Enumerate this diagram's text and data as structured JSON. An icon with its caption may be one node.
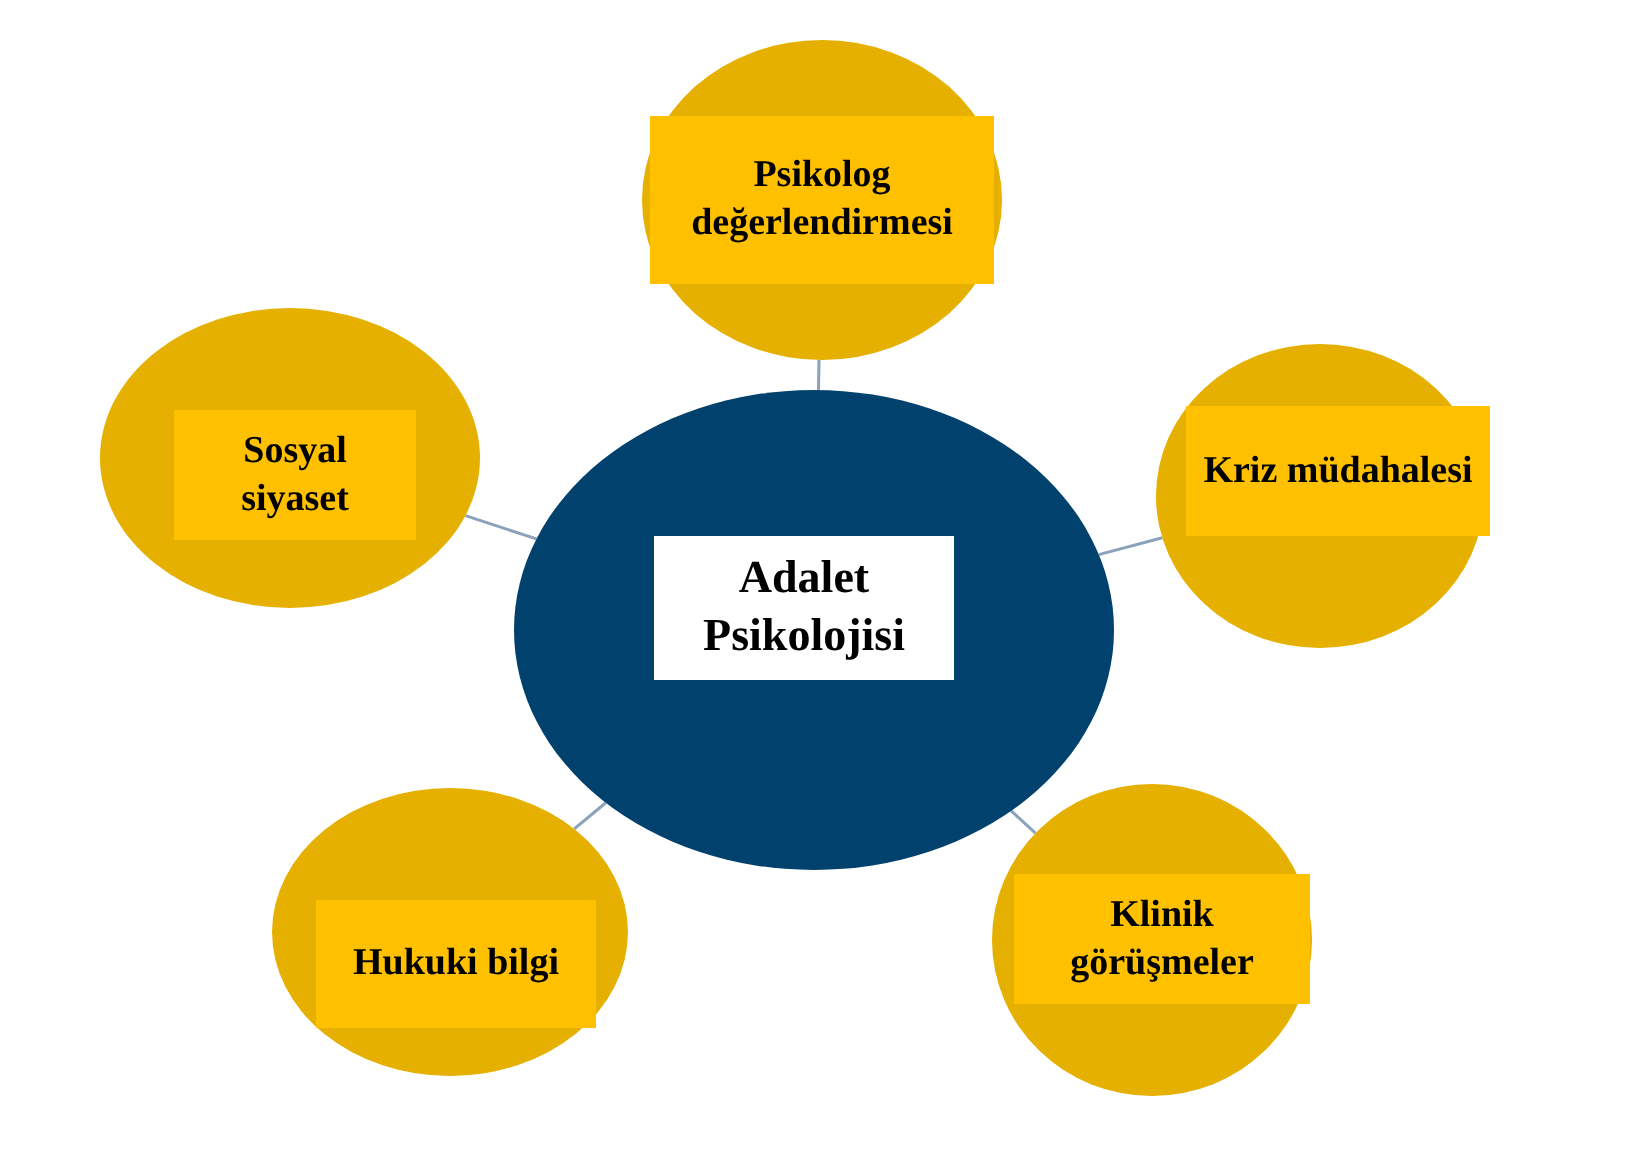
{
  "diagram": {
    "nodes": [
      {
        "text": [
          "Adalet Psikolojisi"
        ]
      },
      {
        "text": [
          "Psikolog değerlendirmesi"
        ]
      },
      {
        "text": [
          "Sosyal siyaset"
        ]
      },
      {
        "text": [
          "Kriz müdahalesi"
        ]
      },
      {
        "text": [
          "Hukuki bilgi"
        ]
      },
      {
        "text": [
          "Klinik görüşmeler"
        ]
      }
    ],
    "edges": [
      {
        "from": 0,
        "to": 1,
        "arrow": "none"
      },
      {
        "from": 0,
        "to": 2,
        "arrow": "none"
      },
      {
        "from": 0,
        "to": 3,
        "arrow": "none"
      },
      {
        "from": 0,
        "to": 4,
        "arrow": "none"
      },
      {
        "from": 0,
        "to": 5,
        "arrow": "none"
      }
    ]
  }
}
